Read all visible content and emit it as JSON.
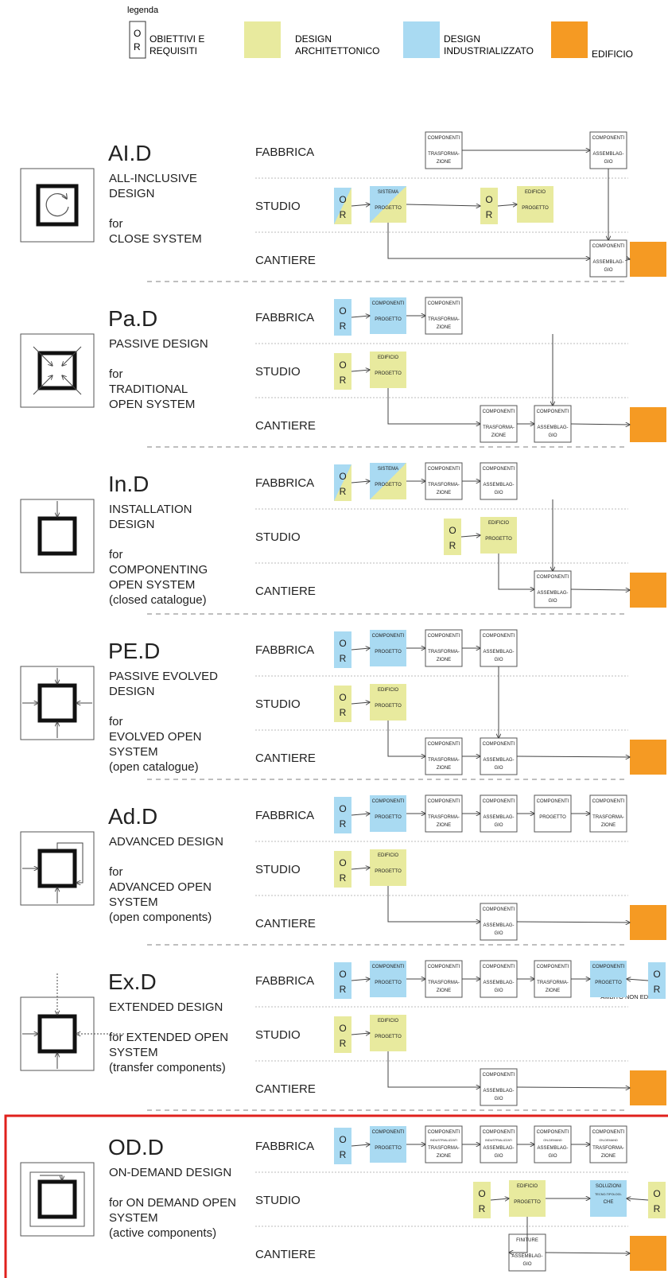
{
  "colors": {
    "architectural": "#e8ea9e",
    "industrial": "#a9daf2",
    "building": "#f59a23",
    "highlight": "#e0201c",
    "box_border": "#555555",
    "line": "#444444",
    "divider": "#999999"
  },
  "legend": {
    "title": "legenda",
    "or_top": "O",
    "or_bottom": "R",
    "or_label": [
      "OBIETTIVI E",
      "REQUISITI"
    ],
    "arch_label": [
      "DESIGN",
      "ARCHITETTONICO"
    ],
    "ind_label": [
      "DESIGN",
      "INDUSTRIALIZZATO"
    ],
    "building_label": "EDIFICIO"
  },
  "lanes": [
    "FABBRICA",
    "STUDIO",
    "CANTIERE"
  ],
  "or_letters": [
    "O",
    "R"
  ],
  "rows": [
    {
      "id": "aid",
      "icon": "aid-icon",
      "title": "AI.D",
      "lines": [
        "ALL-INCLUSIVE",
        "DESIGN",
        "",
        "for",
        "CLOSE SYSTEM"
      ],
      "highlight": false,
      "boxes": [
        {
          "lane": 0,
          "col": 4,
          "fill": "white",
          "text": [
            "COMPONENTI",
            "",
            "TRASFORMA-",
            "ZIONE"
          ]
        },
        {
          "lane": 0,
          "col": 8,
          "fill": "white",
          "text": [
            "COMPONENTI",
            "",
            "ASSEMBLAG-",
            "GIO"
          ]
        },
        {
          "lane": 1,
          "col": 0,
          "fill": "or-split"
        },
        {
          "lane": 1,
          "col": 1,
          "fill": "split",
          "text": [
            "SISTEMA",
            "",
            "PROGETTO"
          ]
        },
        {
          "lane": 1,
          "col": 5,
          "fill": "or-arch"
        },
        {
          "lane": 1,
          "col": 6,
          "fill": "arch",
          "text": [
            "EDIFICIO",
            "",
            "PROGETTO"
          ]
        },
        {
          "lane": 2,
          "col": 8,
          "fill": "white",
          "text": [
            "COMPONENTI",
            "",
            "ASSEMBLAG-",
            "GIO"
          ]
        },
        {
          "lane": 2,
          "col": "end",
          "fill": "building"
        }
      ]
    },
    {
      "id": "pad",
      "icon": "pad-icon",
      "title": "Pa.D",
      "lines": [
        "PASSIVE DESIGN",
        "",
        "for",
        "TRADITIONAL",
        "OPEN SYSTEM"
      ],
      "highlight": false,
      "boxes": [
        {
          "lane": 0,
          "col": 0,
          "fill": "or-ind"
        },
        {
          "lane": 0,
          "col": 1,
          "fill": "ind",
          "text": [
            "COMPONENTI",
            "",
            "PROGETTO"
          ]
        },
        {
          "lane": 0,
          "col": 4,
          "fill": "white",
          "text": [
            "COMPONENTI",
            "",
            "TRASFORMA-",
            "ZIONE"
          ]
        },
        {
          "lane": 1,
          "col": 0,
          "fill": "or-arch"
        },
        {
          "lane": 1,
          "col": 1,
          "fill": "arch",
          "text": [
            "EDIFICIO",
            "",
            "PROGETTO"
          ]
        },
        {
          "lane": 2,
          "col": 5,
          "fill": "white",
          "text": [
            "COMPONENTI",
            "",
            "TRASFORMA-",
            "ZIONE"
          ]
        },
        {
          "lane": 2,
          "col": 7,
          "fill": "white",
          "text": [
            "COMPONENTI",
            "",
            "ASSEMBLAG-",
            "GIO"
          ]
        },
        {
          "lane": 2,
          "col": "end",
          "fill": "building"
        }
      ]
    },
    {
      "id": "ind",
      "icon": "ind-icon",
      "title": "In.D",
      "lines": [
        "INSTALLATION",
        "DESIGN",
        "",
        "for",
        "COMPONENTING",
        "OPEN SYSTEM",
        "(closed catalogue)"
      ],
      "highlight": false,
      "boxes": [
        {
          "lane": 0,
          "col": 0,
          "fill": "or-split"
        },
        {
          "lane": 0,
          "col": 1,
          "fill": "split",
          "text": [
            "SISTEMA",
            "",
            "PROGETTO"
          ]
        },
        {
          "lane": 0,
          "col": 4,
          "fill": "white",
          "text": [
            "COMPONENTI",
            "",
            "TRASFORMA-",
            "ZIONE"
          ]
        },
        {
          "lane": 0,
          "col": 5,
          "fill": "white",
          "text": [
            "COMPONENTI",
            "",
            "ASSEMBLAG-",
            "GIO"
          ]
        },
        {
          "lane": 1,
          "col": 3.5,
          "fill": "or-arch"
        },
        {
          "lane": 1,
          "col": 5,
          "fill": "arch",
          "text": [
            "EDIFICIO",
            "",
            "PROGETTO"
          ]
        },
        {
          "lane": 2,
          "col": 7,
          "fill": "white",
          "text": [
            "COMPONENTI",
            "",
            "ASSEMBLAG-",
            "GIO"
          ]
        },
        {
          "lane": 2,
          "col": "end",
          "fill": "building"
        }
      ]
    },
    {
      "id": "ped",
      "icon": "ped-icon",
      "title": "PE.D",
      "lines": [
        "PASSIVE EVOLVED",
        "DESIGN",
        "",
        "for",
        "EVOLVED OPEN",
        "SYSTEM",
        "(open catalogue)"
      ],
      "highlight": false,
      "boxes": [
        {
          "lane": 0,
          "col": 0,
          "fill": "or-ind"
        },
        {
          "lane": 0,
          "col": 1,
          "fill": "ind",
          "text": [
            "COMPONENTI",
            "",
            "PROGETTO"
          ]
        },
        {
          "lane": 0,
          "col": 4,
          "fill": "white",
          "text": [
            "COMPONENTI",
            "",
            "TRASFORMA-",
            "ZIONE"
          ]
        },
        {
          "lane": 0,
          "col": 5,
          "fill": "white",
          "text": [
            "COMPONENTI",
            "",
            "ASSEMBLAG-",
            "GIO"
          ]
        },
        {
          "lane": 1,
          "col": 0,
          "fill": "or-arch"
        },
        {
          "lane": 1,
          "col": 1,
          "fill": "arch",
          "text": [
            "EDIFICIO",
            "",
            "PROGETTO"
          ]
        },
        {
          "lane": 2,
          "col": 4,
          "fill": "white",
          "text": [
            "COMPONENTI",
            "",
            "TRASFORMA-",
            "ZIONE"
          ]
        },
        {
          "lane": 2,
          "col": 5,
          "fill": "white",
          "text": [
            "COMPONENTI",
            "",
            "ASSEMBLAG-",
            "GIO"
          ]
        },
        {
          "lane": 2,
          "col": "end",
          "fill": "building"
        }
      ]
    },
    {
      "id": "add",
      "icon": "add-icon",
      "title": "Ad.D",
      "lines": [
        "ADVANCED DESIGN",
        "",
        "for",
        "ADVANCED OPEN",
        "SYSTEM",
        "(open components)"
      ],
      "highlight": false,
      "boxes": [
        {
          "lane": 0,
          "col": 0,
          "fill": "or-ind"
        },
        {
          "lane": 0,
          "col": 1,
          "fill": "ind",
          "text": [
            "COMPONENTI",
            "",
            "PROGETTO"
          ]
        },
        {
          "lane": 0,
          "col": 4,
          "fill": "white",
          "text": [
            "COMPONENTI",
            "",
            "TRASFORMA-",
            "ZIONE"
          ]
        },
        {
          "lane": 0,
          "col": 5,
          "fill": "white",
          "text": [
            "COMPONENTI",
            "",
            "ASSEMBLAG-",
            "GIO"
          ]
        },
        {
          "lane": 0,
          "col": 7,
          "fill": "white",
          "text": [
            "COMPONENTI",
            "",
            "PROGETTO"
          ]
        },
        {
          "lane": 0,
          "col": 8,
          "fill": "white",
          "text": [
            "COMPONENTI",
            "",
            "TRASFORMA-",
            "ZIONE"
          ]
        },
        {
          "lane": 1,
          "col": 0,
          "fill": "or-arch"
        },
        {
          "lane": 1,
          "col": 1,
          "fill": "arch",
          "text": [
            "EDIFICIO",
            "",
            "PROGETTO"
          ]
        },
        {
          "lane": 2,
          "col": 5,
          "fill": "white",
          "text": [
            "COMPONENTI",
            "",
            "ASSEMBLAG-",
            "GIO"
          ]
        },
        {
          "lane": 2,
          "col": "end",
          "fill": "building"
        }
      ]
    },
    {
      "id": "exd",
      "icon": "exd-icon",
      "title": "Ex.D",
      "lines": [
        "EXTENDED DESIGN",
        "",
        "for EXTENDED OPEN",
        "SYSTEM",
        "(transfer components)"
      ],
      "highlight": false,
      "note": "AMBITO NON EDILIZIO",
      "boxes": [
        {
          "lane": 0,
          "col": 0,
          "fill": "or-ind"
        },
        {
          "lane": 0,
          "col": 1,
          "fill": "ind",
          "text": [
            "COMPONENTI",
            "",
            "PROGETTO"
          ]
        },
        {
          "lane": 0,
          "col": 4,
          "fill": "white",
          "text": [
            "COMPONENTI",
            "",
            "TRASFORMA-",
            "ZIONE"
          ]
        },
        {
          "lane": 0,
          "col": 5,
          "fill": "white",
          "text": [
            "COMPONENTI",
            "",
            "ASSEMBLAG-",
            "GIO"
          ]
        },
        {
          "lane": 0,
          "col": 7,
          "fill": "white",
          "text": [
            "COMPONENTI",
            "",
            "TRASFORMA-",
            "ZIONE"
          ]
        },
        {
          "lane": 0,
          "col": 8,
          "fill": "ind",
          "text": [
            "COMPONENTI",
            "",
            "PROGETTO"
          ]
        },
        {
          "lane": 0,
          "col": "right-or",
          "fill": "or-ind"
        },
        {
          "lane": 1,
          "col": 0,
          "fill": "or-arch"
        },
        {
          "lane": 1,
          "col": 1,
          "fill": "arch",
          "text": [
            "EDIFICIO",
            "",
            "PROGETTO"
          ]
        },
        {
          "lane": 2,
          "col": 5,
          "fill": "white",
          "text": [
            "COMPONENTI",
            "",
            "ASSEMBLAG-",
            "GIO"
          ]
        },
        {
          "lane": 2,
          "col": "end",
          "fill": "building"
        }
      ]
    },
    {
      "id": "odd",
      "icon": "odd-icon",
      "title": "OD.D",
      "lines": [
        "ON-DEMAND DESIGN",
        "",
        "for ON DEMAND OPEN",
        "SYSTEM",
        "(active components)"
      ],
      "highlight": true,
      "boxes": [
        {
          "lane": 0,
          "col": 0,
          "fill": "or-ind"
        },
        {
          "lane": 0,
          "col": 1,
          "fill": "ind",
          "text": [
            "COMPONENTI",
            "",
            "PROGETTO"
          ]
        },
        {
          "lane": 0,
          "col": 4,
          "fill": "white",
          "text": [
            "COMPONENTI",
            "INDUSTRIALIZZATI",
            "TRASFORMA-",
            "ZIONE"
          ]
        },
        {
          "lane": 0,
          "col": 5,
          "fill": "white",
          "text": [
            "COMPONENTI",
            "INDUSTRIALIZZATI",
            "ASSEMBLAG-",
            "GIO"
          ]
        },
        {
          "lane": 0,
          "col": 7,
          "fill": "white",
          "text": [
            "COMPONENTI",
            "ON-DEMAND",
            "ASSEMBLAG-",
            "GIO"
          ]
        },
        {
          "lane": 0,
          "col": 8,
          "fill": "white",
          "text": [
            "COMPONENTI",
            "ON-DEMAND",
            "TRASFORMA-",
            "ZIONE"
          ]
        },
        {
          "lane": 1,
          "col": 4.2,
          "fill": "or-arch"
        },
        {
          "lane": 1,
          "col": 5.5,
          "fill": "arch",
          "text": [
            "EDIFICIO",
            "",
            "PROGETTO"
          ]
        },
        {
          "lane": 1,
          "col": 8,
          "fill": "ind",
          "text": [
            "SOLUZIONI",
            "TECNO-TIPOLOGI-",
            "CHE",
            ""
          ]
        },
        {
          "lane": 1,
          "col": "right-or",
          "fill": "or-arch"
        },
        {
          "lane": 2,
          "col": 5.5,
          "fill": "white",
          "text": [
            "FINITURE",
            "",
            "ASSEMBLAG-",
            "GIO"
          ]
        },
        {
          "lane": 2,
          "col": "end",
          "fill": "building"
        }
      ]
    }
  ]
}
